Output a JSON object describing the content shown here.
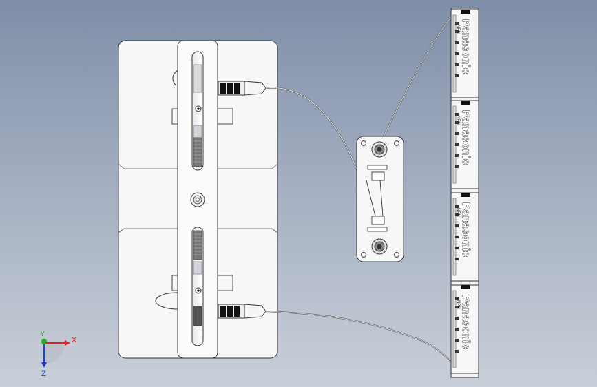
{
  "units": [
    {
      "brand": "Panasonic",
      "model": "NPN"
    },
    {
      "brand": "Panasonic",
      "model": "NPN"
    },
    {
      "brand": "Panasonic",
      "model": "NPN"
    },
    {
      "brand": "Panasonic",
      "model": "NPN"
    }
  ],
  "triad": {
    "x_label": "X",
    "y_label": "Y",
    "z_label": "Z",
    "x_color": "#e02020",
    "y_color": "#20b020",
    "z_color": "#2040d0"
  }
}
